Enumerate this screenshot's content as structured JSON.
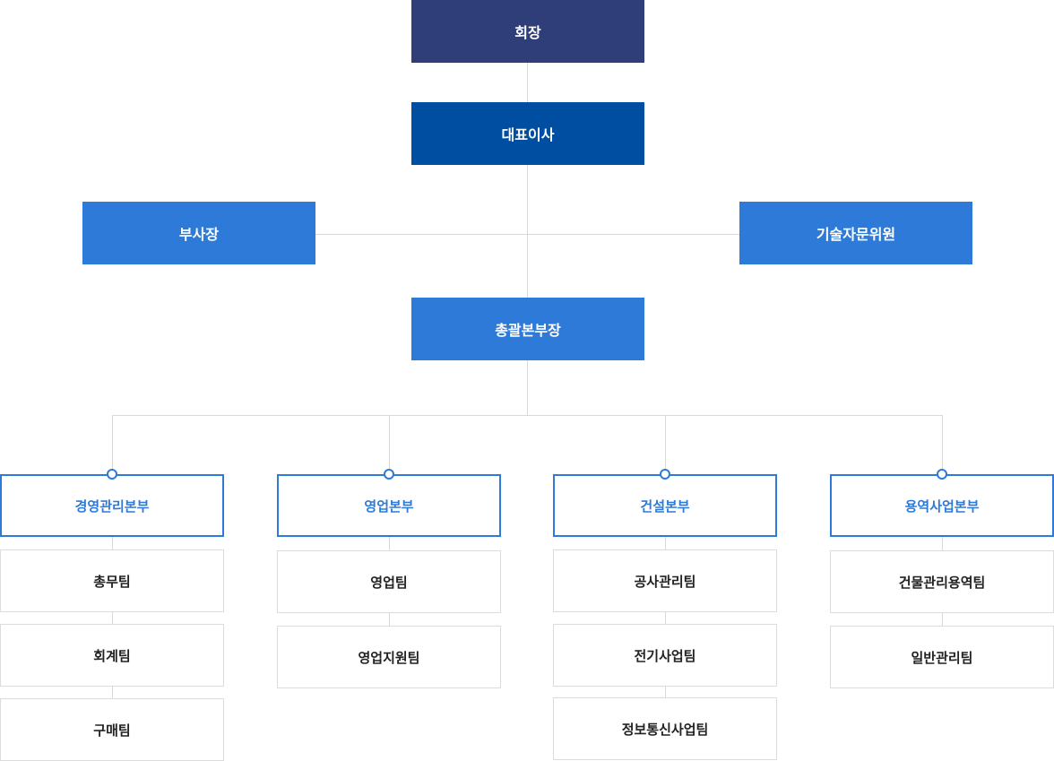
{
  "top": {
    "chairman": "회장",
    "ceo": "대표이사",
    "vice_president": "부사장",
    "tech_advisor": "기술자문위원",
    "general_head": "총괄본부장"
  },
  "divisions": [
    {
      "name": "경영관리본부",
      "teams": [
        "총무팀",
        "회계팀",
        "구매팀"
      ]
    },
    {
      "name": "영업본부",
      "teams": [
        "영업팀",
        "영업지원팀"
      ]
    },
    {
      "name": "건설본부",
      "teams": [
        "공사관리팀",
        "전기사업팀",
        "정보통신사업팀"
      ]
    },
    {
      "name": "용역사업본부",
      "teams": [
        "건물관리용역팀",
        "일반관리팀"
      ]
    }
  ],
  "colors": {
    "chairman": "#2f3e78",
    "ceo": "#004ea2",
    "accent": "#2d7ad9",
    "line": "#d9d9d9"
  }
}
